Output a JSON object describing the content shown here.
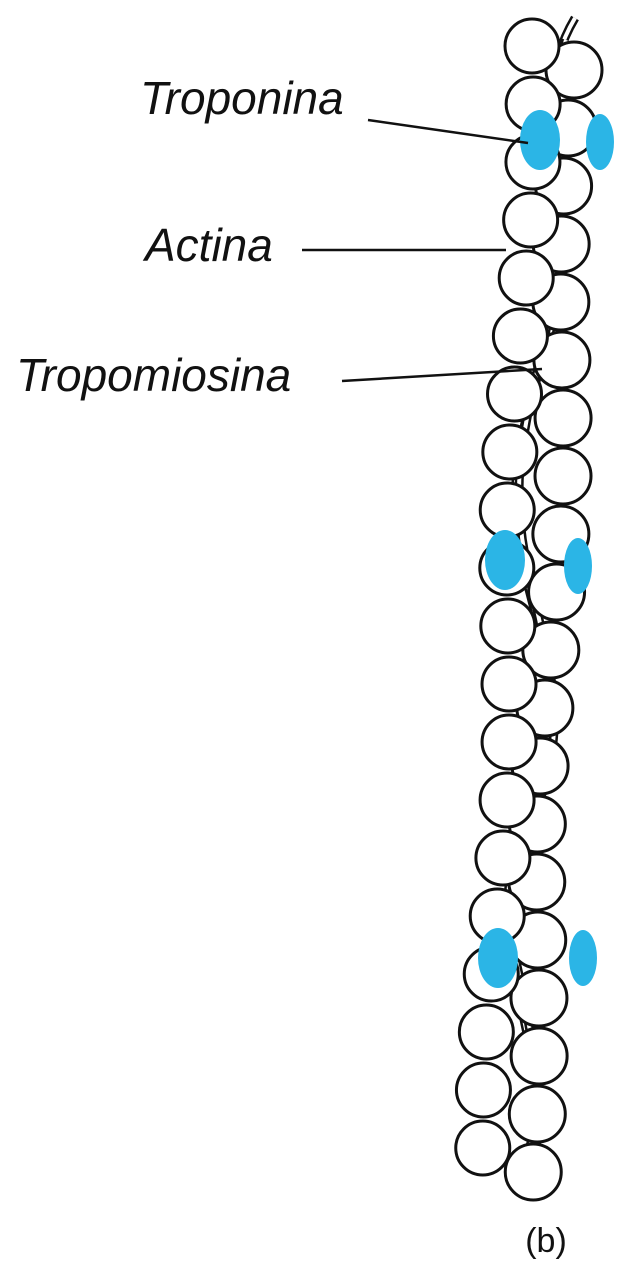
{
  "diagram": {
    "labels": {
      "troponin": "Troponina",
      "actin": "Actina",
      "tropomyosin": "Tropomiosina"
    },
    "caption": "(b)"
  },
  "colors": {
    "troponin": "#2bb5e6",
    "bead_fill": "#ffffff",
    "outline": "#111111"
  }
}
